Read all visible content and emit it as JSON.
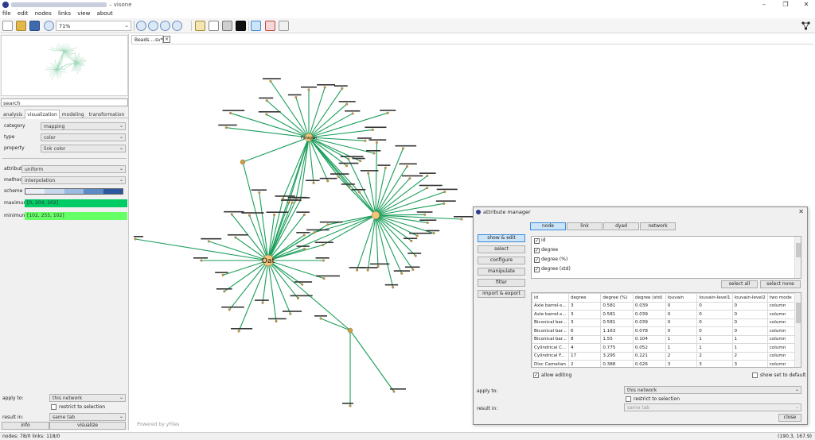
{
  "window": {
    "title": "visone",
    "minimize": "–",
    "maximize": "❐",
    "close": "✕"
  },
  "menu": [
    "file",
    "edit",
    "nodes",
    "links",
    "view",
    "about"
  ],
  "toolbar": {
    "zoom": "71%"
  },
  "left_panel": {
    "search": "search",
    "tabs": [
      "analysis",
      "visualization",
      "modeling",
      "transformation"
    ],
    "active_tab": "visualization",
    "fields": {
      "category": {
        "label": "category",
        "value": "mapping"
      },
      "type": {
        "label": "type",
        "value": "color"
      },
      "property": {
        "label": "property",
        "value": "link color"
      },
      "attribute": {
        "label": "attribute",
        "value": "uniform"
      },
      "method": {
        "label": "method",
        "value": "interpolation"
      }
    },
    "scheme_label": "scheme",
    "maximum": {
      "label": "maximum",
      "value": "[0, 204, 102]",
      "color": "#00cc66"
    },
    "minimum": {
      "label": "minimum",
      "value": "[102, 255, 102]",
      "color": "#66ff66"
    },
    "apply_to": {
      "label": "apply to:",
      "value": "this network"
    },
    "restrict": "restrict to selection",
    "result_in": {
      "label": "result in:",
      "value": "same tab"
    },
    "info_button": "info",
    "visualize_button": "visualize"
  },
  "document_tab": "Beads....sv*",
  "canvas": {
    "powered_by": "Powered by yFiles",
    "hub_labels": [
      "Oat",
      "Paragon"
    ],
    "edge_color": "#1a9e5a",
    "node_color": "#c8a048"
  },
  "status": {
    "left": "nodes: 78/0 links: 118/0",
    "right": "(190.3, 167.9)"
  },
  "dialog": {
    "title": "attribute manager",
    "close": "✕",
    "segments": [
      "node",
      "link",
      "dyad",
      "network"
    ],
    "side_buttons": [
      "show & edit",
      "select",
      "configure",
      "manipulate",
      "filter",
      "import & export"
    ],
    "attributes": [
      {
        "name": "id",
        "checked": true
      },
      {
        "name": "degree",
        "checked": true
      },
      {
        "name": "degree (%)",
        "checked": true
      },
      {
        "name": "degree (std)",
        "checked": true
      }
    ],
    "select_all": "select all",
    "select_none": "select none",
    "columns": [
      "id",
      "degree",
      "degree (%)",
      "degree (std)",
      "louvain",
      "louvain-level1",
      "louvain-level2",
      "two mode"
    ],
    "rows": [
      [
        "Axle barrel-s...",
        "3",
        "0.581",
        "0.039",
        "0",
        "0",
        "0",
        "column"
      ],
      [
        "Axle barrel-s...",
        "3",
        "0.581",
        "0.039",
        "0",
        "0",
        "0",
        "column"
      ],
      [
        "Biconical bar...",
        "3",
        "0.581",
        "0.039",
        "0",
        "0",
        "0",
        "column"
      ],
      [
        "Biconical bar...",
        "6",
        "1.163",
        "0.078",
        "0",
        "0",
        "0",
        "column"
      ],
      [
        "Biconical bar...",
        "8",
        "1.55",
        "0.104",
        "1",
        "1",
        "1",
        "column"
      ],
      [
        "Cylindrical C...",
        "4",
        "0.775",
        "0.052",
        "1",
        "1",
        "1",
        "column"
      ],
      [
        "Cylindrical F...",
        "17",
        "3.295",
        "0.221",
        "2",
        "2",
        "2",
        "column"
      ],
      [
        "Disc Camelian",
        "2",
        "0.388",
        "0.026",
        "3",
        "3",
        "3",
        "column"
      ]
    ],
    "allow_editing": "allow editing",
    "show_default": "show set to default",
    "apply_to": {
      "label": "apply to:",
      "value": "this network"
    },
    "restrict": "restrict to selection",
    "result_in": {
      "label": "result in:",
      "value": "same tab"
    },
    "close_button": "close"
  }
}
